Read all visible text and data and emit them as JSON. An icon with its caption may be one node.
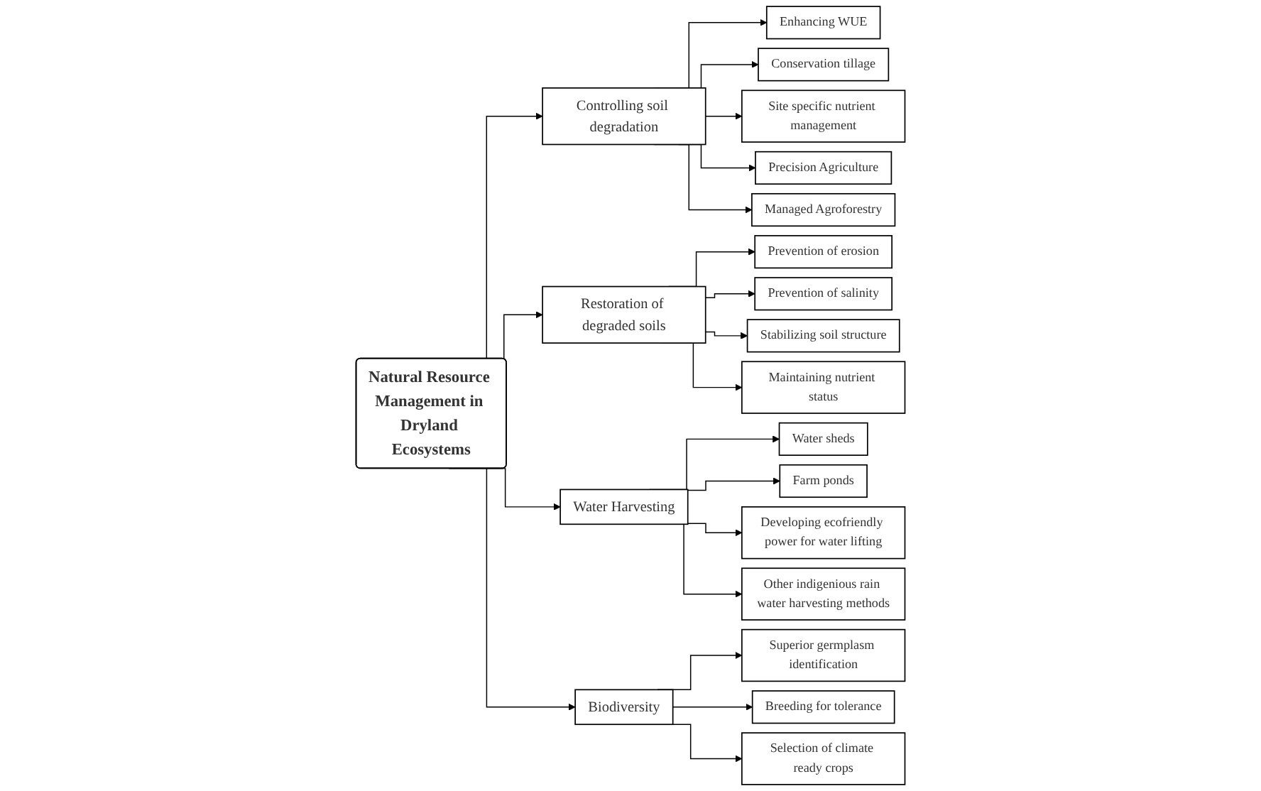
{
  "diagram": {
    "nodes": [
      {
        "text": [
          "Natural Resource Management in Dryland Ecosystems"
        ]
      },
      {
        "text": [
          "Controlling soil degradation"
        ]
      },
      {
        "text": [
          "Restoration of degraded soils"
        ]
      },
      {
        "text": [
          "Water Harvesting"
        ]
      },
      {
        "text": [
          "Biodiversity"
        ]
      },
      {
        "text": [
          "Enhancing WUE"
        ]
      },
      {
        "text": [
          "Conservation tillage"
        ]
      },
      {
        "text": [
          "Site specific nutrient management"
        ]
      },
      {
        "text": [
          "Precision Agriculture"
        ]
      },
      {
        "text": [
          "Managed Agroforestry"
        ]
      },
      {
        "text": [
          "Prevention of erosion"
        ]
      },
      {
        "text": [
          "Prevention of salinity"
        ]
      },
      {
        "text": [
          "Stabilizing soil structure"
        ]
      },
      {
        "text": [
          "Maintaining nutrient status"
        ]
      },
      {
        "text": [
          "Water sheds"
        ]
      },
      {
        "text": [
          "Farm ponds"
        ]
      },
      {
        "text": [
          "Developing ecofriendly power for water lifting"
        ]
      },
      {
        "text": [
          "Other indigenious rain water harvesting methods"
        ]
      },
      {
        "text": [
          "Superior germplasm identification"
        ]
      },
      {
        "text": [
          "Breeding for tolerance"
        ]
      },
      {
        "text": [
          "Selection of climate ready crops"
        ]
      }
    ],
    "edges": [
      {
        "from": 0,
        "to": 1,
        "arrow": "to"
      },
      {
        "from": 0,
        "to": 2,
        "arrow": "to"
      },
      {
        "from": 0,
        "to": 3,
        "arrow": "to"
      },
      {
        "from": 0,
        "to": 4,
        "arrow": "to"
      },
      {
        "from": 1,
        "to": 5,
        "arrow": "to"
      },
      {
        "from": 1,
        "to": 6,
        "arrow": "to"
      },
      {
        "from": 1,
        "to": 7,
        "arrow": "to"
      },
      {
        "from": 1,
        "to": 8,
        "arrow": "to"
      },
      {
        "from": 1,
        "to": 9,
        "arrow": "to"
      },
      {
        "from": 2,
        "to": 10,
        "arrow": "to"
      },
      {
        "from": 2,
        "to": 11,
        "arrow": "to"
      },
      {
        "from": 2,
        "to": 12,
        "arrow": "to"
      },
      {
        "from": 2,
        "to": 13,
        "arrow": "to"
      },
      {
        "from": 3,
        "to": 14,
        "arrow": "to"
      },
      {
        "from": 3,
        "to": 15,
        "arrow": "to"
      },
      {
        "from": 3,
        "to": 16,
        "arrow": "to"
      },
      {
        "from": 3,
        "to": 17,
        "arrow": "to"
      },
      {
        "from": 4,
        "to": 18,
        "arrow": "to"
      },
      {
        "from": 4,
        "to": 19,
        "arrow": "to"
      },
      {
        "from": 4,
        "to": 20,
        "arrow": "to"
      }
    ]
  }
}
